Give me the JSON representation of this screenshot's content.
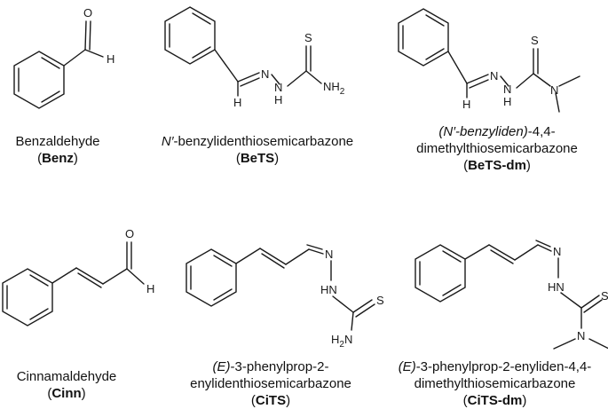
{
  "compounds": [
    {
      "name_lines": [
        "Benzaldehyde"
      ],
      "abbr": "Benz"
    },
    {
      "name_prefix": "N′",
      "name_rest": "-benzylidenthiosemicarbazone",
      "abbr": "BeTS"
    },
    {
      "name_prefix": "(N′-benzyliden)",
      "name_rest": "-4,4-",
      "name_line2": "dimethylthiosemicarbazone",
      "abbr": "BeTS-dm"
    },
    {
      "name_lines": [
        "Cinnamaldehyde"
      ],
      "abbr": "Cinn"
    },
    {
      "name_prefix": "(E)",
      "name_rest": "-3-phenylprop-2-",
      "name_line2": "enylidenthiosemicarbazone",
      "abbr": "CiTS"
    },
    {
      "name_prefix": "(E)",
      "name_rest": "-3-phenylprop-2-enyliden-4,4-",
      "name_line2": "dimethylthiosemicarbazone",
      "abbr": "CiTS-dm"
    }
  ],
  "atom_labels": {
    "O": "O",
    "H": "H",
    "S": "S",
    "N": "N",
    "NH2": "NH",
    "sub2": "2",
    "HN": "HN",
    "H2N_H": "H",
    "H2N_2": "2",
    "H2N_N": "N",
    "HN_N": "HN",
    "N_NH": "N"
  }
}
